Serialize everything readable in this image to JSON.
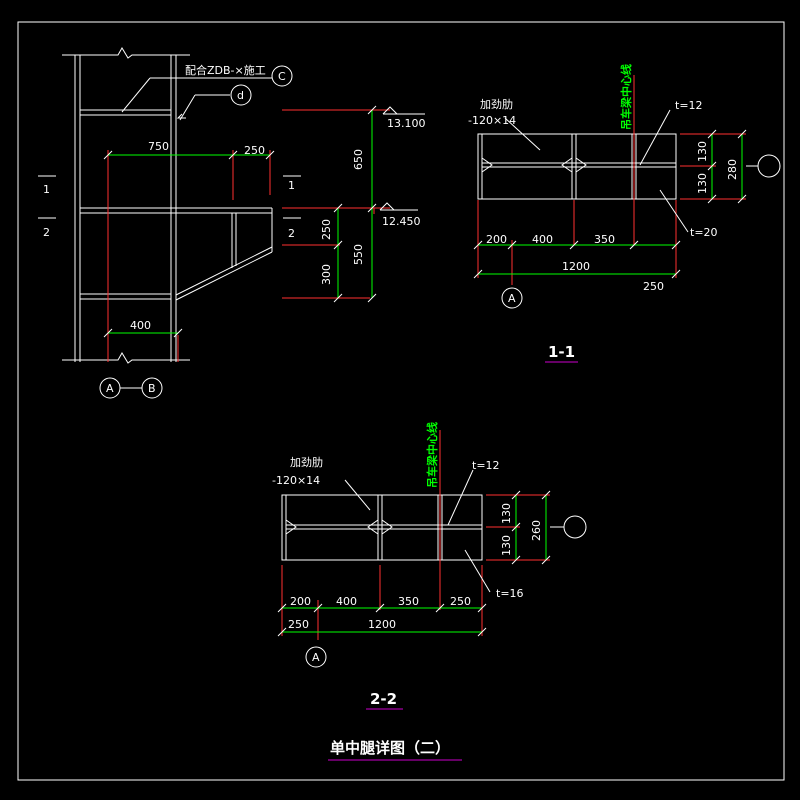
{
  "title": "单中腿详图（二）",
  "colors": {
    "line": "#ffffff",
    "dim": "#ff3030",
    "ext": "#00ff00",
    "underline": "#cc00cc"
  },
  "elevation": {
    "notes": {
      "top_note": "配合ZDB-×施工"
    },
    "circles": {
      "c": "C",
      "d": "d",
      "a": "A",
      "b": "B"
    },
    "dims": {
      "d750": "750",
      "d250": "250",
      "d400": "400",
      "d650": "650",
      "d250v": "250",
      "d550": "550",
      "d300": "300"
    },
    "levels": {
      "top": "13.100",
      "bottom": "12.450"
    },
    "sections": {
      "s1": "1",
      "s2": "2",
      "s1r": "1",
      "s2r": "2"
    }
  },
  "section_11": {
    "label": "1-1",
    "stiffener": "加劲肋",
    "stiffener_size": "-120×14",
    "centerline": "吊车梁中心线",
    "t_web": "t=12",
    "t_flange": "t=20",
    "dims": {
      "a": "200",
      "b": "400",
      "c": "350",
      "d": "250",
      "total": "1200",
      "h1": "130",
      "h2": "130",
      "htot": "280"
    },
    "axis": "A"
  },
  "section_22": {
    "label": "2-2",
    "stiffener": "加劲肋",
    "stiffener_size": "-120×14",
    "centerline": "吊车梁中心线",
    "t_web": "t=12",
    "t_flange": "t=16",
    "dims": {
      "a": "200",
      "b": "400",
      "c": "350",
      "d": "250",
      "e": "250",
      "total": "1200",
      "h1": "130",
      "h2": "130",
      "htot": "260"
    },
    "axis": "A"
  }
}
